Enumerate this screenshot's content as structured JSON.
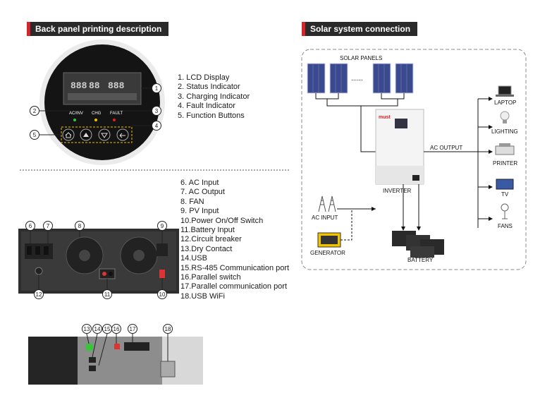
{
  "back_panel": {
    "title": "Back panel printing description",
    "items_top": [
      "1. LCD Display",
      "2. Status Indicator",
      "3. Charging Indicator",
      "4. Fault Indicator",
      "5. Function Buttons"
    ],
    "items_bottom": [
      "6. AC Input",
      "7. AC Output",
      "8. FAN",
      "9. PV Input",
      "10.Power On/Off Switch",
      "11.Battery Input",
      "12.Circuit breaker",
      "13.Dry Contact",
      "14.USB",
      "15.RS-485 Communication port",
      "16.Parallel switch",
      "17.Parallel communication port",
      "18.USB WiFi"
    ],
    "indicators": {
      "ac_inv": "AC/INV",
      "chg": "CHG",
      "fault": "FAULT"
    }
  },
  "solar": {
    "title": "Solar system connection",
    "solar_panels": "SOLAR PANELS",
    "ellipsis": "......",
    "brand": "must",
    "inverter": "INVERTER",
    "ac_output": "AC OUTPUT",
    "ac_input": "AC INPUT",
    "generator": "GENERATOR",
    "battery": "BATTERY",
    "loads": [
      "LAPTOP",
      "LIGHTING",
      "PRINTER",
      "TV",
      "FANS"
    ]
  },
  "callouts": [
    "1",
    "2",
    "3",
    "4",
    "5",
    "6",
    "7",
    "8",
    "9",
    "10",
    "11",
    "12",
    "13",
    "14",
    "15",
    "16",
    "17",
    "18"
  ],
  "colors": {
    "title_bg": "#2a2a2a",
    "title_accent": "#d8232a",
    "panel_blue": "#3b4a8f"
  }
}
